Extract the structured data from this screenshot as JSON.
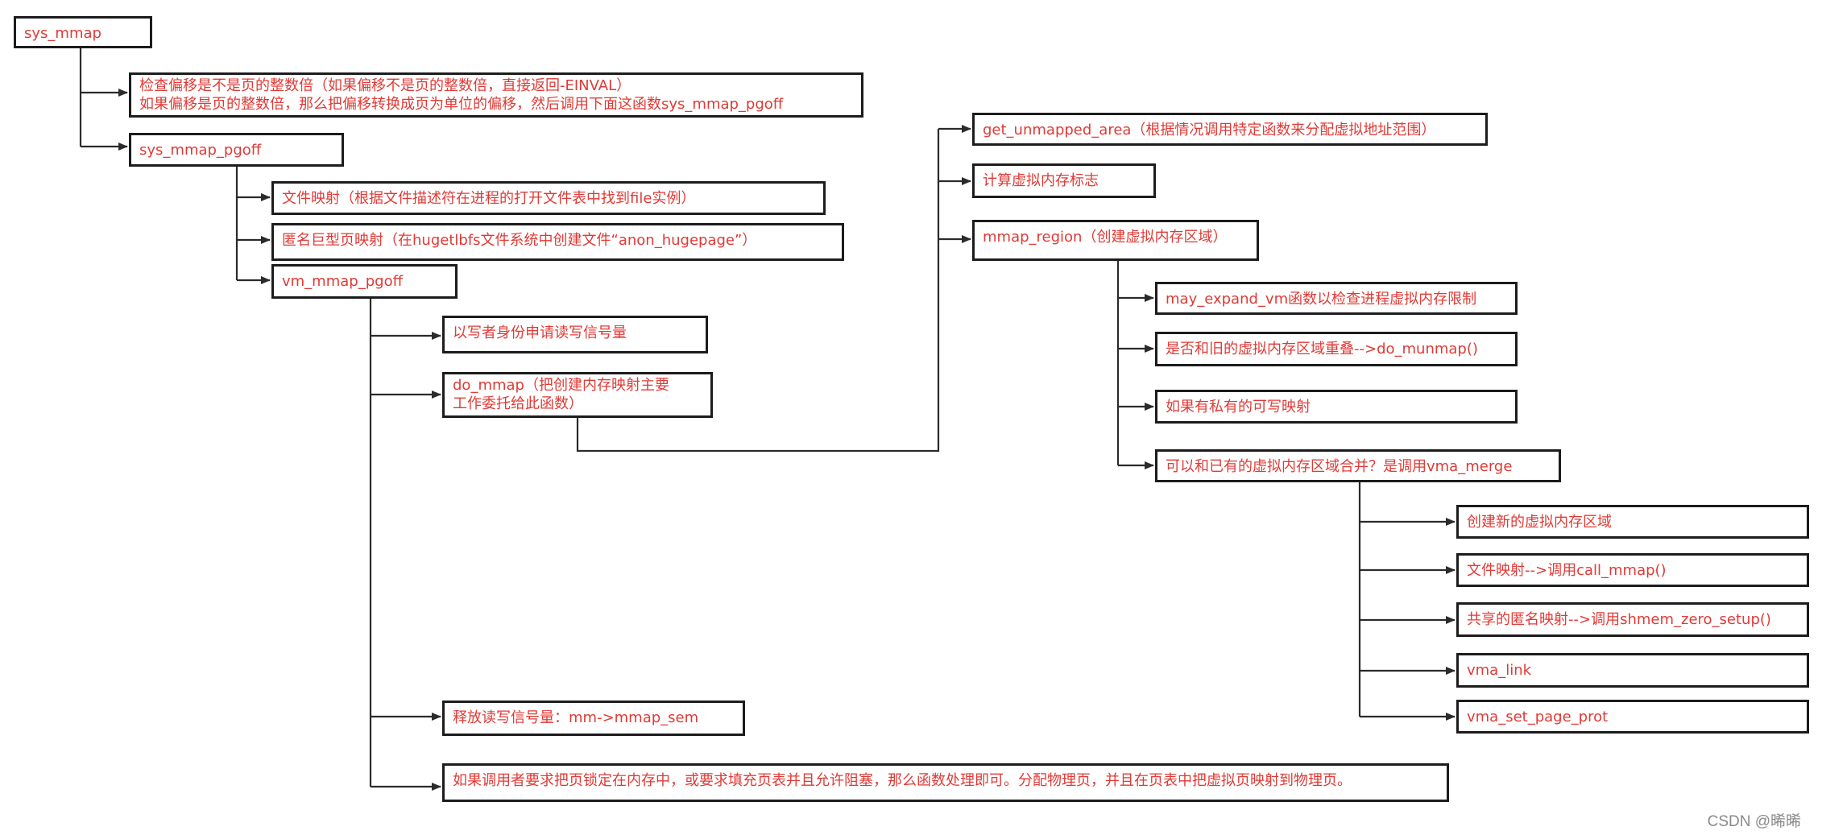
{
  "nodes": {
    "sys_mmap": "sys_mmap",
    "check_offset": "检查偏移是不是页的整数倍（如果偏移不是页的整数倍，直接返回-EINVAL）\n如果偏移是页的整数倍，那么把偏移转换成页为单位的偏移，然后调用下面这函数sys_mmap_pgoff",
    "sys_mmap_pgoff": "sys_mmap_pgoff",
    "file_mapping": "文件映射（根据文件描述符在进程的打开文件表中找到file实例）",
    "anon_hugepage": "匿名巨型页映射（在hugetlbfs文件系统中创建文件“anon_hugepage”）",
    "vm_mmap_pgoff": "vm_mmap_pgoff",
    "acquire_sem": "以写者身份申请读写信号量",
    "do_mmap": "do_mmap（把创建内存映射主要\n工作委托给此函数）",
    "release_sem": "释放读写信号量：mm->mmap_sem",
    "lock_pages": "如果调用者要求把页锁定在内存中，或要求填充页表并且允许阻塞，那么函数处理即可。分配物理页，并且在页表中把虚拟页映射到物理页。",
    "get_unmapped_area": "get_unmapped_area（根据情况调用特定函数来分配虚拟地址范围）",
    "calc_flags": "计算虚拟内存标志",
    "mmap_region": "mmap_region（创建虚拟内存区域）",
    "may_expand_vm": "may_expand_vm函数以检查进程虚拟内存限制",
    "do_munmap": "是否和旧的虚拟内存区域重叠-->do_munmap()",
    "private_writable": "如果有私有的可写映射",
    "vma_merge": "可以和已有的虚拟内存区域合并？是调用vma_merge",
    "create_vma": "创建新的虚拟内存区域",
    "call_mmap": "文件映射-->调用call_mmap()",
    "shmem_zero_setup": "共享的匿名映射-->调用shmem_zero_setup()",
    "vma_link": "vma_link",
    "vma_set_page_prot": "vma_set_page_prot"
  },
  "watermark": "CSDN @晞晞",
  "colors": {
    "text": "#e03a36",
    "border": "#1c1c1c",
    "connector": "#2b2b2b",
    "background": "#ffffff",
    "watermark": "#8a8a8a"
  }
}
